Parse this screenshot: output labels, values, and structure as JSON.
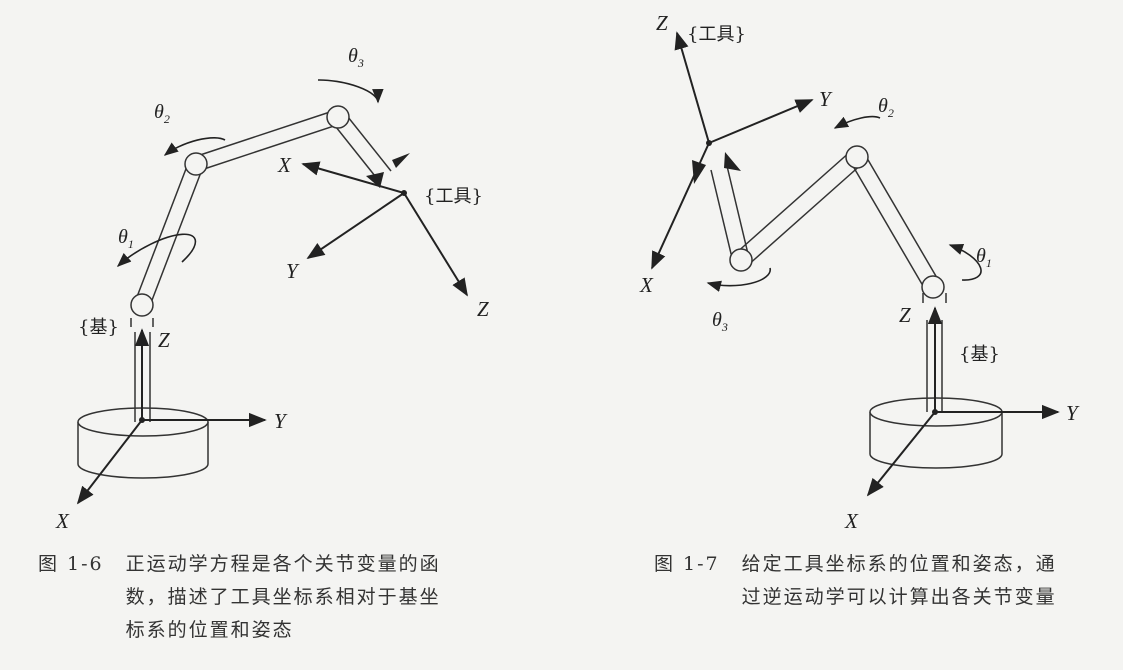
{
  "figure_left": {
    "labels": {
      "base_frame": "{基}",
      "tool_frame": "{工具}",
      "base_x": "X",
      "base_y": "Y",
      "base_z": "Z",
      "tool_x": "X",
      "tool_y": "Y",
      "tool_z": "Z",
      "theta1": "θ",
      "theta1_sub": "1",
      "theta2": "θ",
      "theta2_sub": "2",
      "theta3": "θ",
      "theta3_sub": "3"
    },
    "caption": {
      "number": "图 1-6",
      "text": "正运动学方程是各个关节变量的函数，描述了工具坐标系相对于基坐标系的位置和姿态"
    }
  },
  "figure_right": {
    "labels": {
      "base_frame": "{基}",
      "tool_frame": "{工具}",
      "base_x": "X",
      "base_y": "Y",
      "base_z": "Z",
      "tool_x": "X",
      "tool_y": "Y",
      "tool_z": "Z",
      "theta1": "θ",
      "theta1_sub": "1",
      "theta2": "θ",
      "theta2_sub": "2",
      "theta3": "θ",
      "theta3_sub": "3"
    },
    "caption": {
      "number": "图 1-7",
      "text": "给定工具坐标系的位置和姿态，通过逆运动学可以计算出各关节变量"
    }
  }
}
